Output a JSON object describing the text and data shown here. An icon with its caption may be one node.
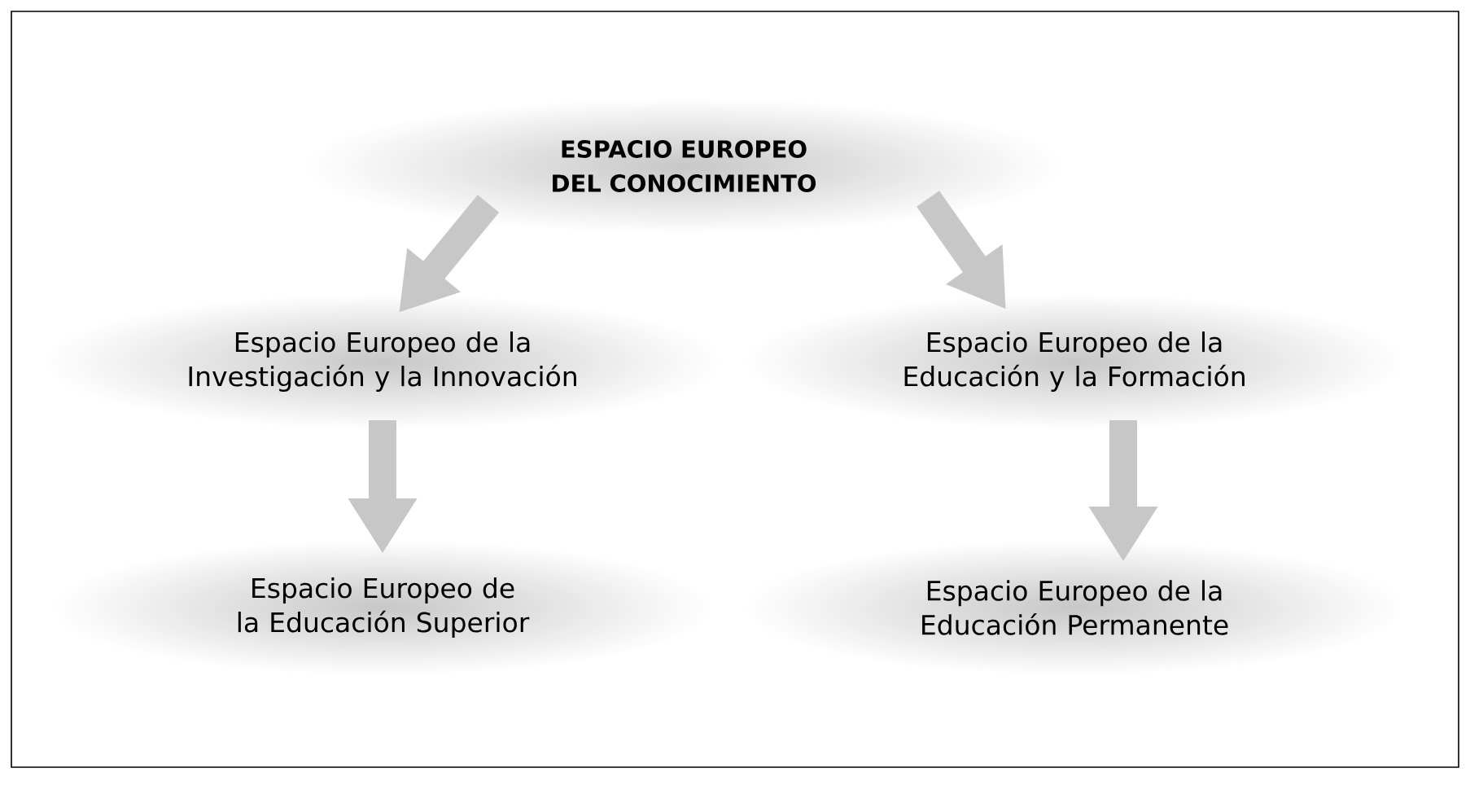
{
  "diagram": {
    "nodes": [
      {
        "text": [
          "ESPACIO EUROPEO DEL CONOCIMIENTO"
        ]
      },
      {
        "text": [
          "Espacio Europeo de la Investigación y la Innovación"
        ]
      },
      {
        "text": [
          "Espacio Europeo de la Educación y la Formación"
        ]
      },
      {
        "text": [
          "Espacio Europeo de la Educación Superior"
        ]
      },
      {
        "text": [
          "Espacio Europeo de la Educación Permanente"
        ]
      }
    ],
    "edges": [
      {
        "from": 0,
        "to": 1,
        "arrow": "to"
      },
      {
        "from": 0,
        "to": 2,
        "arrow": "to"
      },
      {
        "from": 1,
        "to": 3,
        "arrow": "to"
      },
      {
        "from": 2,
        "to": 4,
        "arrow": "to"
      }
    ]
  }
}
